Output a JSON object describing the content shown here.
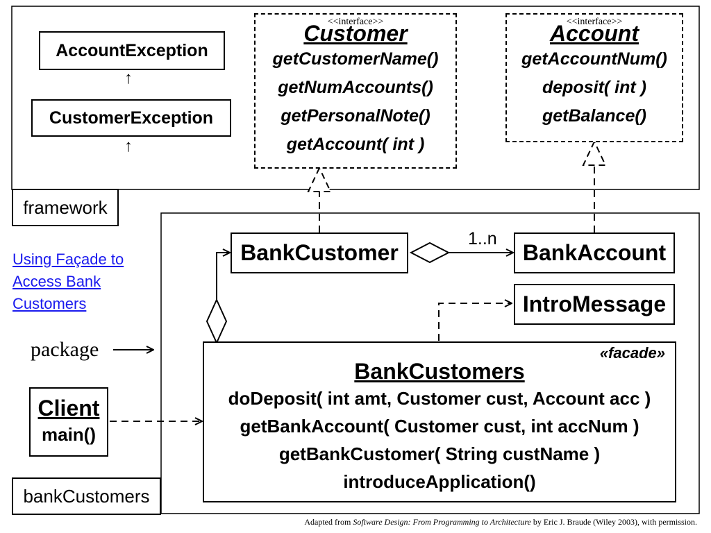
{
  "packages": {
    "framework_label": "framework",
    "bankcustomers_label": "bankCustomers"
  },
  "exceptions": {
    "account_exception": "AccountException",
    "customer_exception": "CustomerException",
    "arrow_glyph": "↑"
  },
  "customer_interface": {
    "stereotype": "<<interface>>",
    "name": "Customer",
    "methods": [
      "getCustomerName()",
      "getNumAccounts()",
      "getPersonalNote()",
      "getAccount( int )"
    ]
  },
  "account_interface": {
    "stereotype": "<<interface>>",
    "name": "Account",
    "methods": [
      "getAccountNum()",
      "deposit( int )",
      "getBalance()"
    ]
  },
  "classes": {
    "bank_customer": "BankCustomer",
    "bank_account": "BankAccount",
    "intro_message": "IntroMessage"
  },
  "association": {
    "multiplicity": "1..n"
  },
  "facade": {
    "stereotype": "«facade»",
    "name": "BankCustomers",
    "methods": [
      "doDeposit( int amt, Customer cust, Account acc )",
      "getBankAccount( Customer cust, int accNum )",
      "getBankCustomer( String custName )",
      "introduceApplication()"
    ]
  },
  "client": {
    "name": "Client",
    "method": "main()"
  },
  "side_link": {
    "lines": [
      "Using Façade to",
      "Access Bank",
      "Customers"
    ]
  },
  "package_pointer": {
    "label": "package"
  },
  "footer": {
    "prefix": "Adapted from ",
    "book_title": "Software Design: From Programming to Architecture",
    "suffix": " by Eric J. Braude (Wiley 2003), with permission."
  }
}
